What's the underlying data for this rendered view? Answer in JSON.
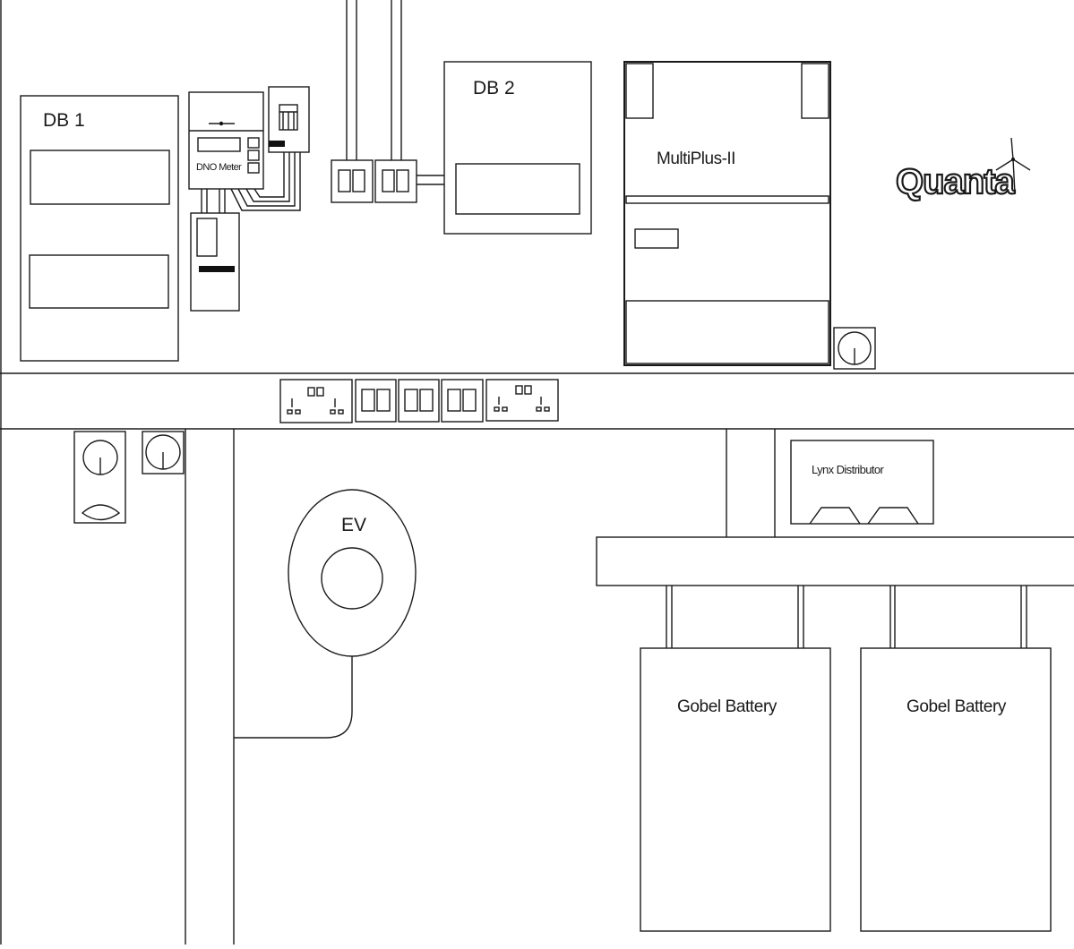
{
  "labels": {
    "db1": "DB 1",
    "db2": "DB 2",
    "dno_meter": "DNO Meter",
    "multiplus": "MultiPlus-II",
    "lynx": "Lynx Distributor",
    "ev": "EV",
    "battery_1": "Gobel Battery",
    "battery_2": "Gobel Battery"
  },
  "logo": {
    "text": "Quanta",
    "icon": "wind-turbine-icon"
  },
  "colors": {
    "line": "#1a1a1a",
    "fill": "#ffffff"
  }
}
